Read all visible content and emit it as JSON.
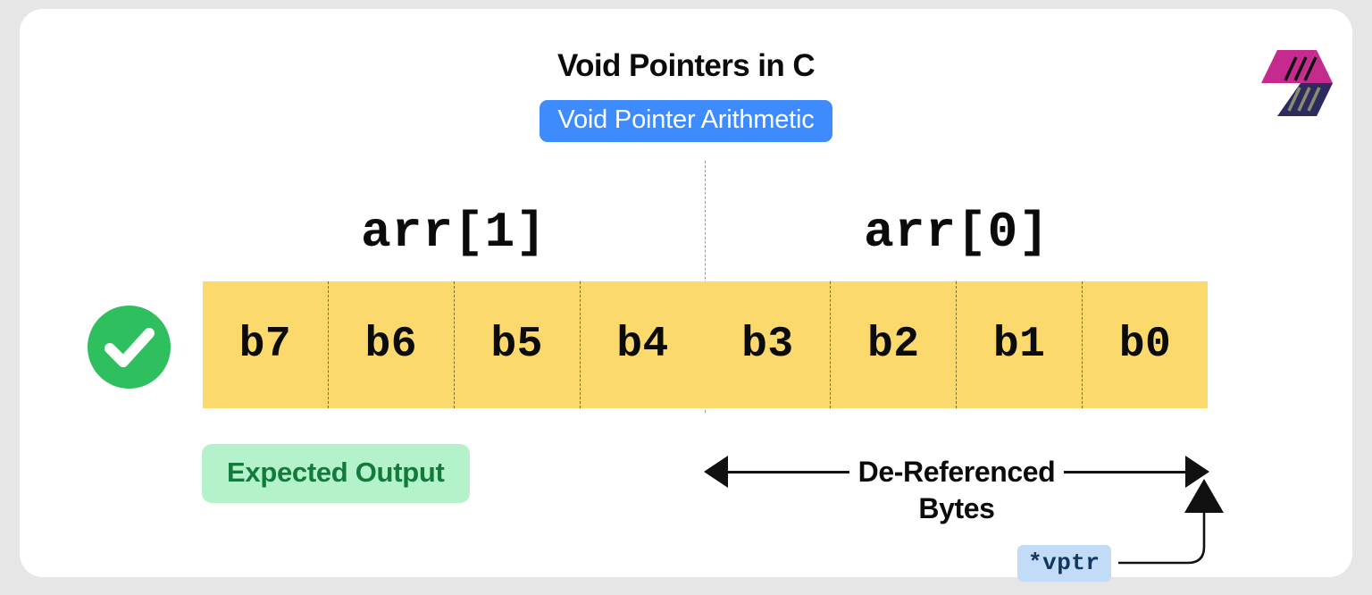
{
  "header": {
    "title": "Void Pointers in C",
    "subtitle": "Void Pointer Arithmetic",
    "logo_icon": "double-chevron-logo-icon"
  },
  "diagram": {
    "array_labels": [
      {
        "name": "arr-label-1",
        "text": "arr[1]"
      },
      {
        "name": "arr-label-0",
        "text": "arr[0]"
      }
    ],
    "bytes": [
      {
        "label": "b7"
      },
      {
        "label": "b6"
      },
      {
        "label": "b5"
      },
      {
        "label": "b4"
      },
      {
        "label": "b3"
      },
      {
        "label": "b2"
      },
      {
        "label": "b1"
      },
      {
        "label": "b0"
      }
    ],
    "byte_block_color": "#fbd96d",
    "divider_color": "#7d6b2c",
    "center_divider_color": "#9a9a9a"
  },
  "status": {
    "check_icon": "check-circle-icon",
    "check_color": "#2fbf5f",
    "expected_output_label": "Expected Output",
    "expected_output_bg": "#b4f2cb",
    "expected_output_fg": "#127a3a"
  },
  "annotations": {
    "deref_line_1": "De-Referenced",
    "deref_line_2": "Bytes",
    "pointer_label": "*vptr",
    "pointer_bg": "#c2dcf7",
    "pointer_fg": "#11365f",
    "left_arrow_icon": "arrow-left-icon",
    "right_arrow_icon": "arrow-right-icon",
    "up_arrow_icon": "arrow-up-icon"
  },
  "theme": {
    "accent_blue": "#3d8bfd",
    "card_bg": "#ffffff",
    "page_bg": "#e6e6e6"
  }
}
